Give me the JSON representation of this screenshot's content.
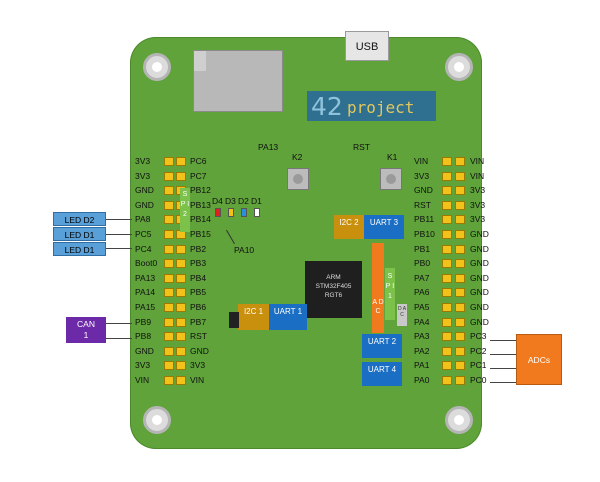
{
  "usb": "USB",
  "logo": {
    "number": "42",
    "text": "project"
  },
  "chip": {
    "line1": "ARM",
    "line2": "STM32F405",
    "line3": "RGT6"
  },
  "buttons": {
    "k1": "K1",
    "k2": "K2",
    "k1_pin": "RST",
    "k2_pin": "PA13"
  },
  "leds": {
    "labels": [
      "D4",
      "D3",
      "D2",
      "D1"
    ],
    "colors": [
      "#e02020",
      "#f2c21b",
      "#2f8ed8",
      "#ffffff"
    ],
    "pin": "PA10"
  },
  "left_outer": [
    "3V3",
    "3V3",
    "GND",
    "GND",
    "PA8",
    "PC5",
    "PC4",
    "Boot0",
    "PA13",
    "PA14",
    "PA15",
    "PB9",
    "PB8",
    "GND",
    "3V3",
    "VIN"
  ],
  "left_inner": [
    "PC6",
    "PC7",
    "PB12",
    "PB13",
    "PB14",
    "PB15",
    "PB2",
    "PB3",
    "PB4",
    "PB5",
    "PB6",
    "PB7",
    "RST",
    "GND",
    "3V3",
    "VIN"
  ],
  "right_inner": [
    "VIN",
    "3V3",
    "GND",
    "RST",
    "PB11",
    "PB10",
    "PB1",
    "PB0",
    "PA7",
    "PA6",
    "PA5",
    "PA4",
    "PA3",
    "PA2",
    "PA1",
    "PA0"
  ],
  "right_outer": [
    "VIN",
    "VIN",
    "3V3",
    "3V3",
    "3V3",
    "GND",
    "GND",
    "GND",
    "GND",
    "GND",
    "GND",
    "GND",
    "PC3",
    "PC2",
    "PC1",
    "PC0"
  ],
  "tags": {
    "spi2": "S P I 2",
    "spi1": "S P I 1",
    "dac": "D A C",
    "adc": "A D C",
    "i2c1": "I2C 1",
    "uart1": "UART 1",
    "i2c2": "I2C 2",
    "uart3": "UART 3",
    "uart2": "UART 2",
    "uart4": "UART 4"
  },
  "external": {
    "led_d2": "LED D2",
    "led_d1a": "LED D1",
    "led_d1b": "LED D1",
    "can": "CAN",
    "can_num": "1",
    "adcs": "ADCs"
  },
  "colors": {
    "board": "#5fa33a",
    "pin": "#f2c21b",
    "uart": "#1a6fc4",
    "i2c": "#c9900e",
    "adc": "#f07a1d",
    "spi": "#7cc24a",
    "led_box": "#5aa0d8",
    "can": "#6d2aa8"
  }
}
